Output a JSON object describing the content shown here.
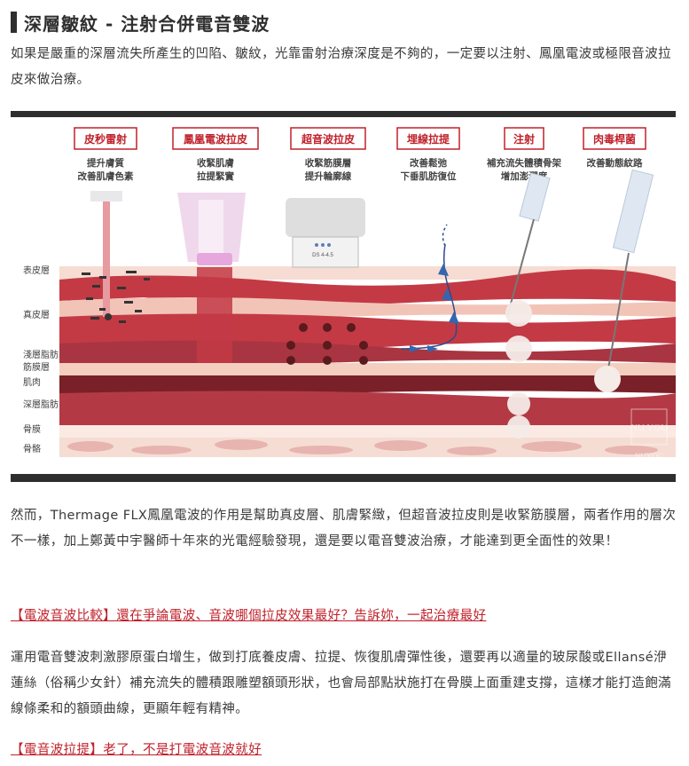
{
  "title": "深層皺紋 - 注射合併電音雙波",
  "para1": "如果是嚴重的深層流失所產生的凹陷、皺紋，光靠雷射治療深度是不夠的，一定要以注射、鳳凰電波或極限音波拉皮來做治療。",
  "diagram": {
    "treatments": [
      {
        "name": "皮秒雷射",
        "desc1": "提升膚質",
        "desc2": "改善肌膚色素"
      },
      {
        "name": "鳳凰電波拉皮",
        "desc1": "收緊肌膚",
        "desc2": "拉提緊實"
      },
      {
        "name": "超音波拉皮",
        "desc1": "收緊筋膜層",
        "desc2": "提升輪廓線"
      },
      {
        "name": "埋線拉提",
        "desc1": "改善鬆弛",
        "desc2": "下垂肌肪復位"
      },
      {
        "name": "注射",
        "desc1": "補充流失體積骨架",
        "desc2": "增加澎潤度"
      },
      {
        "name": "肉毒桿菌",
        "desc1": "改善動態紋路",
        "desc2": ""
      }
    ],
    "layers": [
      "表皮層",
      "真皮層",
      "淺層脂肪",
      "筋膜層",
      "肌肉",
      "深層脂肪",
      "骨膜",
      "骨骼"
    ],
    "device_label": "DS 4-4.5",
    "watermark1": "NU YOU",
    "watermark2": "NUYOU",
    "colors": {
      "accent": "#c0202a",
      "epidermis": "#f6dcd2",
      "dermis": "#c33a45",
      "fat": "#a83541",
      "fascia": "#f4cfc0",
      "muscle": "#7a2028",
      "bone": "#f5ddd3"
    }
  },
  "para2": "然而，Thermage FLX鳳凰電波的作用是幫助真皮層、肌膚緊緻，但超音波拉皮則是收緊筋膜層，兩者作用的層次不一樣，加上鄭黃中宇醫師十年來的光電經驗發現，還是要以電音雙波治療，才能達到更全面性的效果！",
  "link1": "【電波音波比較】還在爭論電波、音波哪個拉皮效果最好？告訴妳，一起治療最好",
  "para3": "運用電音雙波刺激膠原蛋白增生，做到打底養皮膚、拉提、恢復肌膚彈性後，還要再以適量的玻尿酸或Ellansé洢蓮絲（俗稱少女針）補充流失的體積跟雕塑額頭形狀，也會局部點狀施打在骨膜上面重建支撐，這樣才能打造飽滿線條柔和的額頭曲線，更顯年輕有精神。",
  "link2": "【電音波拉提】老了，不是打電波音波就好"
}
